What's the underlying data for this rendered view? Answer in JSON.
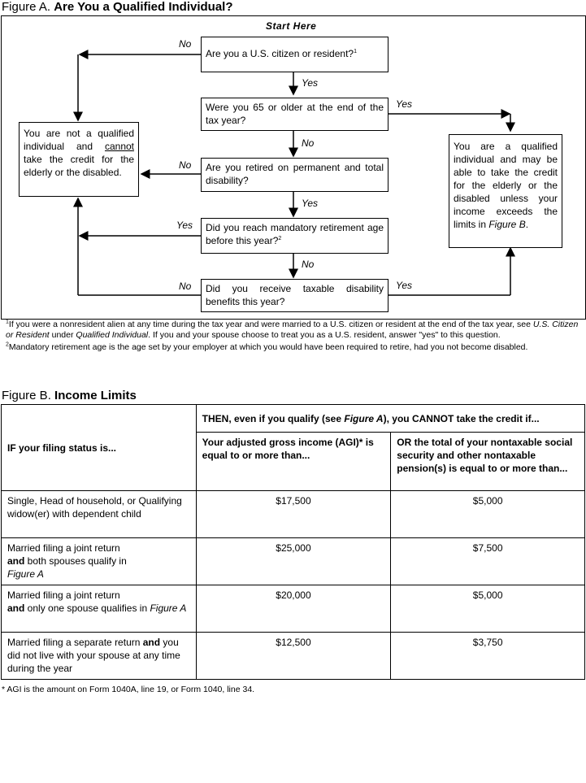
{
  "figA": {
    "prefix": "Figure A.",
    "title": "Are You a Qualified Individual?",
    "start": "Start Here",
    "q1": "Are you a U.S. citizen or resident?",
    "q1_sup": "1",
    "q2": "Were you 65 or older at the end of the tax year?",
    "q3": "Are you retired on permanent and total disability?",
    "q4": "Did you reach mandatory retirement age before this year?",
    "q4_sup": "2",
    "q5": "Did you receive taxable disability benefits this year?",
    "not_qualified_1": "You are not a qualified individual and ",
    "not_qualified_cannot": "cannot",
    "not_qualified_2": " take the credit for the elderly or the disabled.",
    "qualified_1": "You are a qualified individual and may be able to take the credit for the elderly or the disabled unless your income exceeds the limits in ",
    "qualified_ref": "Figure B",
    "qualified_2": ".",
    "yes": "Yes",
    "no": "No"
  },
  "notes": {
    "n1_sup": "1",
    "n1_a": "If you were a nonresident alien at any time during the tax year and were married to a U.S. citizen or resident at the end of the tax year, see ",
    "n1_i1": "U.S. Citizen or Resident",
    "n1_b": " under ",
    "n1_i2": "Qualified Individual",
    "n1_c": ". If you and your spouse choose to treat you as a U.S. resident, answer \"yes\" to this question.",
    "n2_sup": "2",
    "n2": "Mandatory retirement age is the age set by your employer at which you would have been required to retire, had you not become disabled."
  },
  "figB": {
    "prefix": "Figure B.",
    "title": "Income Limits",
    "col0": "IF your filing status is...",
    "then_1": "THEN, even if you qualify (see ",
    "then_ref": "Figure A",
    "then_2": "), you CANNOT take the credit if...",
    "col1": "Your adjusted gross income (AGI)* is equal to or more than...",
    "col2": "OR the total of your nontaxable social security and other nontaxable pension(s) is equal to or more than...",
    "rows": [
      {
        "status": "Single, Head of household, or Qualifying widow(er) with dependent child",
        "agi": "$17,500",
        "pension": "$5,000"
      },
      {
        "status_a": "Married filing a joint return",
        "status_b": "and",
        "status_c": " both spouses qualify in",
        "status_d": "Figure A",
        "agi": "$25,000",
        "pension": "$7,500"
      },
      {
        "status_a": "Married filing a joint return",
        "status_b": "and",
        "status_c": " only one spouse qualifies in ",
        "status_d": "Figure A",
        "agi": "$20,000",
        "pension": "$5,000"
      },
      {
        "status_a": "Married filing a separate return ",
        "status_b": "and",
        "status_c": " you did not live with your spouse at any time during the year",
        "agi": "$12,500",
        "pension": "$3,750"
      }
    ],
    "footnote": "* AGI is the amount on Form 1040A, line 19, or Form 1040, line 34."
  }
}
